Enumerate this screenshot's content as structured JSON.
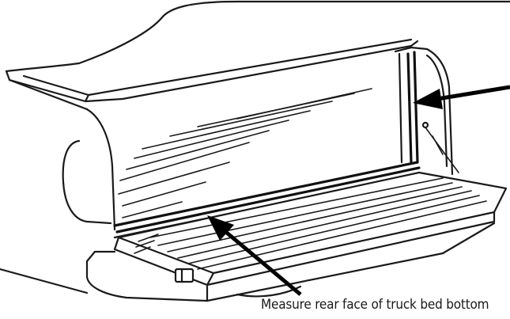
{
  "caption": {
    "text": "Measure rear face of truck bed bottom"
  },
  "colors": {
    "line": "#1a1a1a",
    "arrow": "#000000",
    "background": "#ffffff"
  },
  "callouts": [
    {
      "name": "upper-arrow-icon",
      "points_to": "bed-rear-edge-seal"
    },
    {
      "name": "lower-arrow-icon",
      "points_to": "bed-bottom-rear-face"
    }
  ]
}
